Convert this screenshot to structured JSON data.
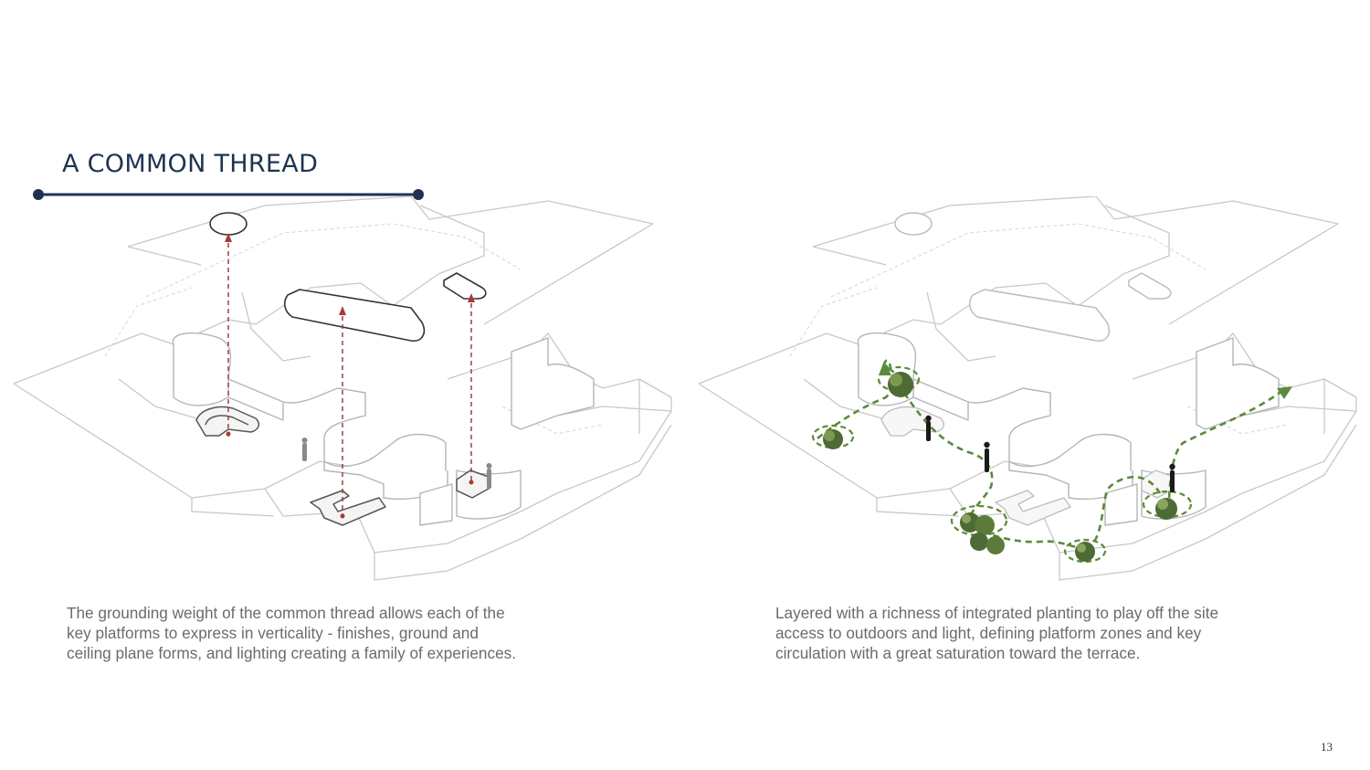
{
  "slide": {
    "title": "A COMMON THREAD",
    "page_number": "13",
    "accent_color": "#1f3350",
    "arrow_color": "#a83a3a",
    "planting_color": "#5b8a3a"
  },
  "left_panel": {
    "caption_lines": [
      "The grounding weight of the common thread allows each of the",
      "key platforms to express in verticality - finishes, ground and",
      "ceiling plane forms, and lighting creating a family of experiences."
    ]
  },
  "right_panel": {
    "caption_lines": [
      "Layered with a richness of integrated planting to play off the site",
      "access to outdoors and light, defining platform zones and key",
      "circulation with a great saturation toward the terrace."
    ]
  }
}
